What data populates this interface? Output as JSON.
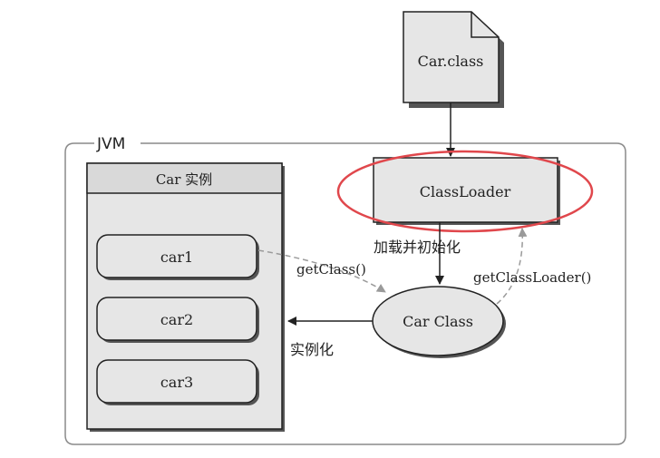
{
  "file": {
    "label": "Car.class"
  },
  "jvm": {
    "label": "JVM"
  },
  "instances_panel": {
    "title": "Car 实例",
    "items": [
      {
        "label": "car1"
      },
      {
        "label": "car2"
      },
      {
        "label": "car3"
      }
    ]
  },
  "classloader": {
    "label": "ClassLoader"
  },
  "car_class": {
    "label": "Car Class"
  },
  "edges": {
    "load_init": "加载并初始化",
    "get_class": "getClass()",
    "get_classloader": "getClassLoader()",
    "instantiate": "实例化"
  },
  "colors": {
    "highlight_ring": "#e0474c",
    "node_fill": "#e6e6e6",
    "panel_header_fill": "#d9d9d9",
    "line": "#222222",
    "dashed_line": "#9a9a9a",
    "frame": "#8a8a8a",
    "shadow": "#555555"
  }
}
